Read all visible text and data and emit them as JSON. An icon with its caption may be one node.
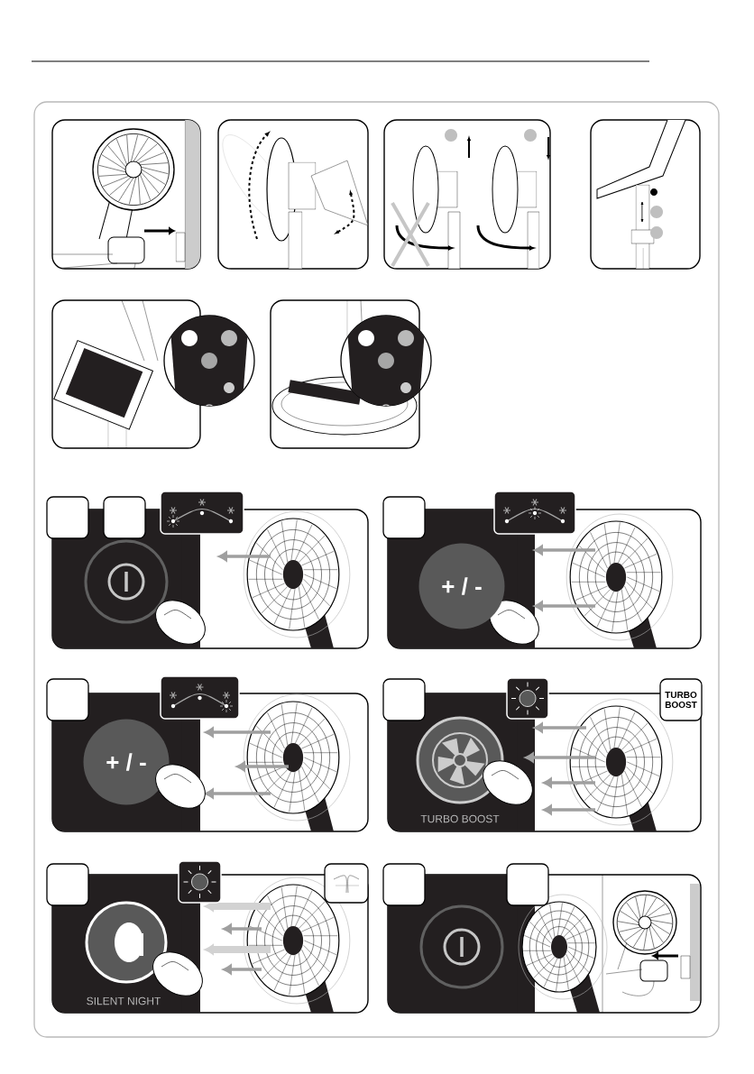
{
  "diagram": {
    "nodes": [
      {
        "text": [
          "+ / -"
        ]
      },
      {
        "text": [
          "+ / -"
        ]
      },
      {
        "text": [
          "TURBO BOOST"
        ]
      },
      {
        "text": [],
        "shape": "box"
      },
      {
        "text": [],
        "shape": "box"
      },
      {
        "text": [],
        "shape": "box"
      },
      {
        "text": [],
        "shape": "box"
      },
      {
        "text": [],
        "shape": "box"
      },
      {
        "text": [],
        "shape": "box"
      },
      {
        "text": [],
        "shape": "box"
      },
      {
        "text": [],
        "shape": "box"
      }
    ],
    "labels": [
      "TURBO BOOST",
      "SILENT NIGHT"
    ]
  }
}
